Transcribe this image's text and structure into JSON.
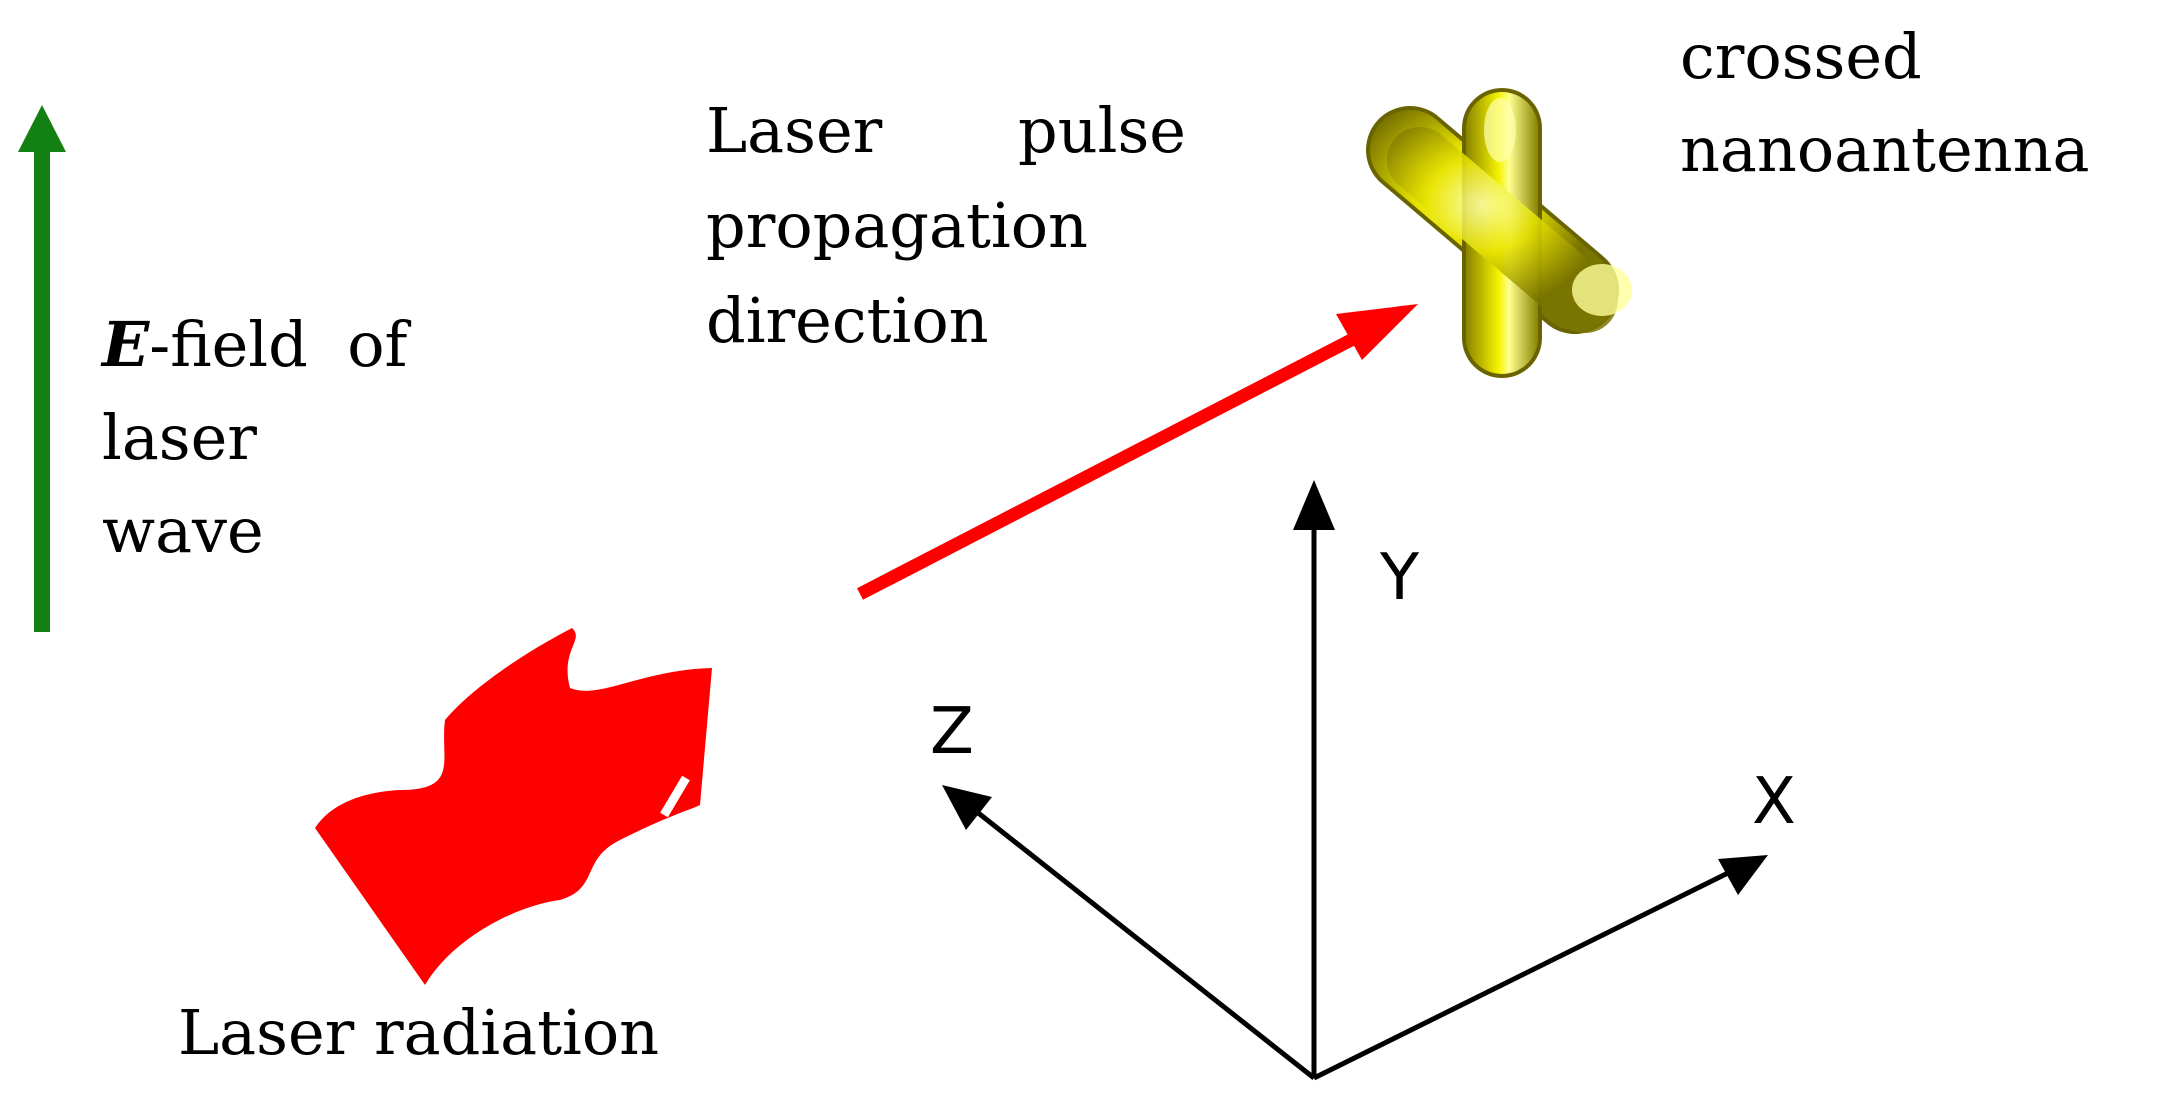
{
  "labels": {
    "efield_symbol": "E",
    "efield_line1_rest": "-field  of",
    "efield_line2": "laser",
    "efield_line3": "wave",
    "pulse_word1": "Laser",
    "pulse_word2": "pulse",
    "pulse_line2": "propagation",
    "pulse_line3": "direction",
    "nano_line1": "crossed",
    "nano_line2": "nanoantenna",
    "radiation": "Laser radiation",
    "axis_y": "Y",
    "axis_z": "Z",
    "axis_x": "X"
  },
  "colors": {
    "efield_arrow": "#138013",
    "laser_red": "#ff0000",
    "axes": "#000000",
    "antenna_yellow": "#e8e800"
  }
}
